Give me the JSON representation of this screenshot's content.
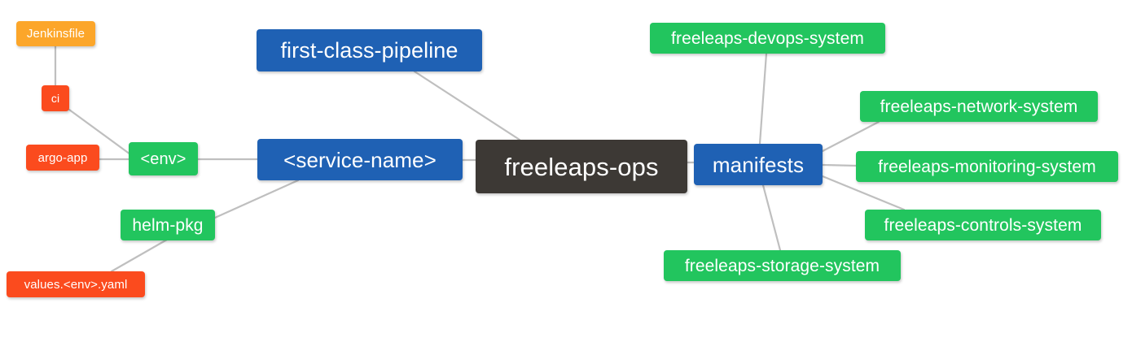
{
  "diagram": {
    "type": "mindmap",
    "title": "freeleaps-ops",
    "background": "#ffffff",
    "edge_color": "#bfbfbf",
    "palette": {
      "root": "#3d3935",
      "blue": "#1f61b4",
      "green": "#22c55e",
      "orange": "#fca62a",
      "red": "#fb4b1e"
    }
  },
  "nodes": {
    "root": {
      "label": "freeleaps-ops"
    },
    "first_class_pipeline": {
      "label": "first-class-pipeline"
    },
    "service_name": {
      "label": "<service-name>"
    },
    "env": {
      "label": "<env>"
    },
    "ci": {
      "label": "ci"
    },
    "jenkinsfile": {
      "label": "Jenkinsfile"
    },
    "argo_app": {
      "label": "argo-app"
    },
    "helm_pkg": {
      "label": "helm-pkg"
    },
    "values_yaml": {
      "label": "values.<env>.yaml"
    },
    "manifests": {
      "label": "manifests"
    },
    "devops_system": {
      "label": "freeleaps-devops-system"
    },
    "network_system": {
      "label": "freeleaps-network-system"
    },
    "monitoring_system": {
      "label": "freeleaps-monitoring-system"
    },
    "controls_system": {
      "label": "freeleaps-controls-system"
    },
    "storage_system": {
      "label": "freeleaps-storage-system"
    }
  },
  "edges": [
    {
      "from": "first_class_pipeline",
      "to": "root"
    },
    {
      "from": "service_name",
      "to": "root"
    },
    {
      "from": "env",
      "to": "service_name"
    },
    {
      "from": "ci",
      "to": "env"
    },
    {
      "from": "jenkinsfile",
      "to": "ci"
    },
    {
      "from": "argo_app",
      "to": "env"
    },
    {
      "from": "helm_pkg",
      "to": "service_name"
    },
    {
      "from": "values_yaml",
      "to": "helm_pkg"
    },
    {
      "from": "manifests",
      "to": "root"
    },
    {
      "from": "devops_system",
      "to": "manifests"
    },
    {
      "from": "network_system",
      "to": "manifests"
    },
    {
      "from": "monitoring_system",
      "to": "manifests"
    },
    {
      "from": "controls_system",
      "to": "manifests"
    },
    {
      "from": "storage_system",
      "to": "manifests"
    }
  ]
}
